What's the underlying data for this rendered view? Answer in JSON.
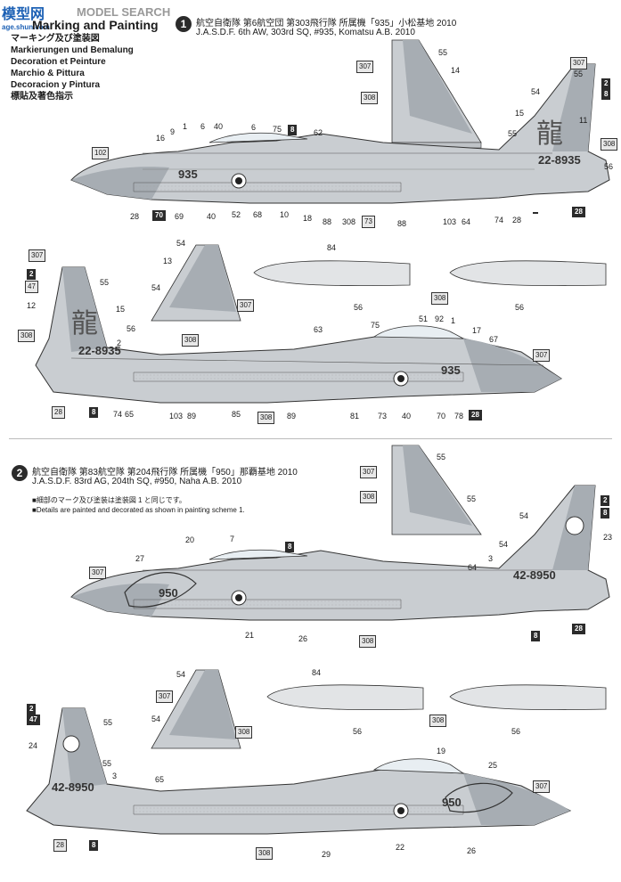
{
  "watermark": {
    "brand": "模型网",
    "url": "age.shun.com",
    "prefix": "MODEL SEARCH"
  },
  "header": {
    "title": "Marking and Painting",
    "lines": [
      "マーキング及び塗装図",
      "Markierungen und Bemalung",
      "Decoration et Peinture",
      "Marchio & Pittura",
      "Decoracion y Pintura",
      "標貼及著色指示"
    ]
  },
  "scheme1": {
    "number": "1",
    "title_jp": "航空自衛隊 第6航空団 第303飛行隊 所属機「935」小松基地 2010",
    "title_en": "J.A.S.D.F. 6th AW, 303rd SQ, #935, Komatsu A.B. 2010",
    "nose_number": "935",
    "serial": "22-8935",
    "tail_kanji": "龍"
  },
  "scheme2": {
    "number": "2",
    "title_jp": "航空自衛隊 第83航空隊 第204飛行隊 所属機「950」那覇基地 2010",
    "title_en": "J.A.S.D.F. 83rd AG, 204th SQ, #950, Naha A.B. 2010",
    "note_jp": "■細部のマーク及び塗装は塗装図 1 と同じです。",
    "note_en": "■Details are painted and decorated as shown in painting scheme 1.",
    "nose_number": "950",
    "serial": "42-8950"
  },
  "colors": {
    "c307": "#a7adb3",
    "c308": "#c9cdd1",
    "dark": "#2b2b2b",
    "accent": "#1d61b5"
  },
  "callouts": {
    "s1_side_a": [
      "307",
      "55",
      "14",
      "308",
      "307",
      "55",
      "2",
      "8",
      "54",
      "15",
      "11",
      "308",
      "55",
      "56",
      "28",
      "6",
      "8",
      "75",
      "62",
      "9",
      "1",
      "6",
      "40",
      "16",
      "102",
      "28",
      "70",
      "69",
      "40",
      "52",
      "68",
      "10",
      "18",
      "88",
      "308",
      "73",
      "88",
      "103",
      "64",
      "74",
      "28"
    ],
    "s1_side_b": [
      "54",
      "13",
      "54",
      "307",
      "308",
      "84",
      "308",
      "56",
      "56",
      "307",
      "2",
      "47",
      "55",
      "12",
      "15",
      "308",
      "56",
      "2",
      "28",
      "8",
      "74",
      "65",
      "103",
      "89",
      "85",
      "308",
      "89",
      "63",
      "75",
      "51",
      "92",
      "1",
      "17",
      "67",
      "307",
      "81",
      "73",
      "40",
      "70",
      "78",
      "28"
    ],
    "s2_side_a": [
      "307",
      "55",
      "308",
      "55",
      "2",
      "8",
      "54",
      "23",
      "20",
      "7",
      "8",
      "27",
      "307",
      "54",
      "3",
      "64",
      "21",
      "26",
      "308",
      "8",
      "28"
    ],
    "s2_side_b": [
      "54",
      "307",
      "54",
      "308",
      "84",
      "308",
      "56",
      "56",
      "2",
      "47",
      "55",
      "24",
      "55",
      "3",
      "65",
      "19",
      "25",
      "307",
      "28",
      "8",
      "308",
      "29",
      "22",
      "26"
    ]
  }
}
